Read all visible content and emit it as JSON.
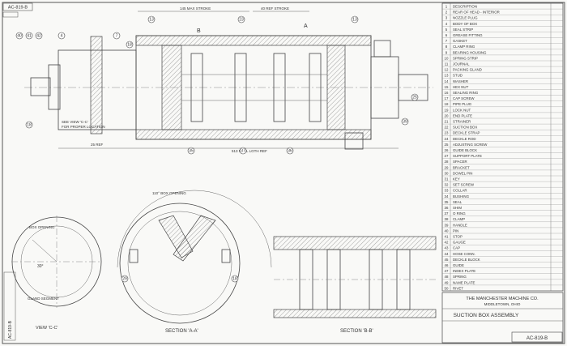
{
  "drawing": {
    "title_stamp": "AC-819-B",
    "sheet_stamp": "AC-819-B",
    "notes": {
      "see_view": "SEE VIEW 'C-C'",
      "proper_location": "FOR PROPER LOCATION",
      "dim_top_left": "145 MAX STROKE",
      "dim_top_right": "40 REF STROKE",
      "dim_bottom": "513 ROLL LGTH REF",
      "dim_left": "25 REF"
    },
    "views": {
      "view_cc": "VIEW 'C-C'",
      "section_aa": "SECTION 'A-A'",
      "section_bb": "SECTION 'B-B'",
      "box_opening": "BOX OPENING",
      "gland_segment": "GLAND SEGMENT",
      "angle": "30°",
      "roll_opening": "110° BOX OPENING"
    },
    "title_block": {
      "company": "THE MANCHESTER MACHINE CO.",
      "location": "MIDDLETOWN, OHIO",
      "drawing_title": "SUCTION BOX ASSEMBLY",
      "drawing_number": "AC-819-B"
    },
    "parts_list": {
      "rows": [
        {
          "no": "1",
          "desc": "DESCRIPTION"
        },
        {
          "no": "2",
          "desc": "REAR OF HEAD - INTERIOR"
        },
        {
          "no": "3",
          "desc": "NOZZLE PLUG"
        },
        {
          "no": "4",
          "desc": "BODY OF BOX"
        },
        {
          "no": "5",
          "desc": "SEAL STRIP"
        },
        {
          "no": "6",
          "desc": "GREASE FITTING"
        },
        {
          "no": "7",
          "desc": "GASKET"
        },
        {
          "no": "8",
          "desc": "CLAMP RING"
        },
        {
          "no": "9",
          "desc": "BEARING HOUSING"
        },
        {
          "no": "10",
          "desc": "SPRING STRIP"
        },
        {
          "no": "11",
          "desc": "JOURNAL"
        },
        {
          "no": "12",
          "desc": "PACKING GLAND"
        },
        {
          "no": "13",
          "desc": "STUD"
        },
        {
          "no": "14",
          "desc": "WASHER"
        },
        {
          "no": "15",
          "desc": "HEX NUT"
        },
        {
          "no": "16",
          "desc": "SEALING RING"
        },
        {
          "no": "17",
          "desc": "CAP SCREW"
        },
        {
          "no": "18",
          "desc": "PIPE PLUG"
        },
        {
          "no": "19",
          "desc": "LOCK NUT"
        },
        {
          "no": "20",
          "desc": "END PLATE"
        },
        {
          "no": "21",
          "desc": "STRAINER"
        },
        {
          "no": "22",
          "desc": "SUCTION BOX"
        },
        {
          "no": "23",
          "desc": "DECKLE STRAP"
        },
        {
          "no": "24",
          "desc": "DECKLE ROD"
        },
        {
          "no": "25",
          "desc": "ADJUSTING SCREW"
        },
        {
          "no": "26",
          "desc": "GUIDE BLOCK"
        },
        {
          "no": "27",
          "desc": "SUPPORT PLATE"
        },
        {
          "no": "28",
          "desc": "SPACER"
        },
        {
          "no": "29",
          "desc": "BRACKET"
        },
        {
          "no": "30",
          "desc": "DOWEL PIN"
        },
        {
          "no": "31",
          "desc": "KEY"
        },
        {
          "no": "32",
          "desc": "SET SCREW"
        },
        {
          "no": "33",
          "desc": "COLLAR"
        },
        {
          "no": "34",
          "desc": "BUSHING"
        },
        {
          "no": "35",
          "desc": "SEAL"
        },
        {
          "no": "36",
          "desc": "SHIM"
        },
        {
          "no": "37",
          "desc": "O RING"
        },
        {
          "no": "38",
          "desc": "CLAMP"
        },
        {
          "no": "39",
          "desc": "HANDLE"
        },
        {
          "no": "40",
          "desc": "PIN"
        },
        {
          "no": "41",
          "desc": "STOP"
        },
        {
          "no": "42",
          "desc": "GAUGE"
        },
        {
          "no": "43",
          "desc": "CAP"
        },
        {
          "no": "44",
          "desc": "HOSE CONN."
        },
        {
          "no": "45",
          "desc": "DECKLE BLOCK"
        },
        {
          "no": "46",
          "desc": "GUIDE"
        },
        {
          "no": "47",
          "desc": "INDEX PLATE"
        },
        {
          "no": "48",
          "desc": "SPRING"
        },
        {
          "no": "49",
          "desc": "NAME PLATE"
        },
        {
          "no": "50",
          "desc": "RIVET"
        }
      ]
    }
  }
}
